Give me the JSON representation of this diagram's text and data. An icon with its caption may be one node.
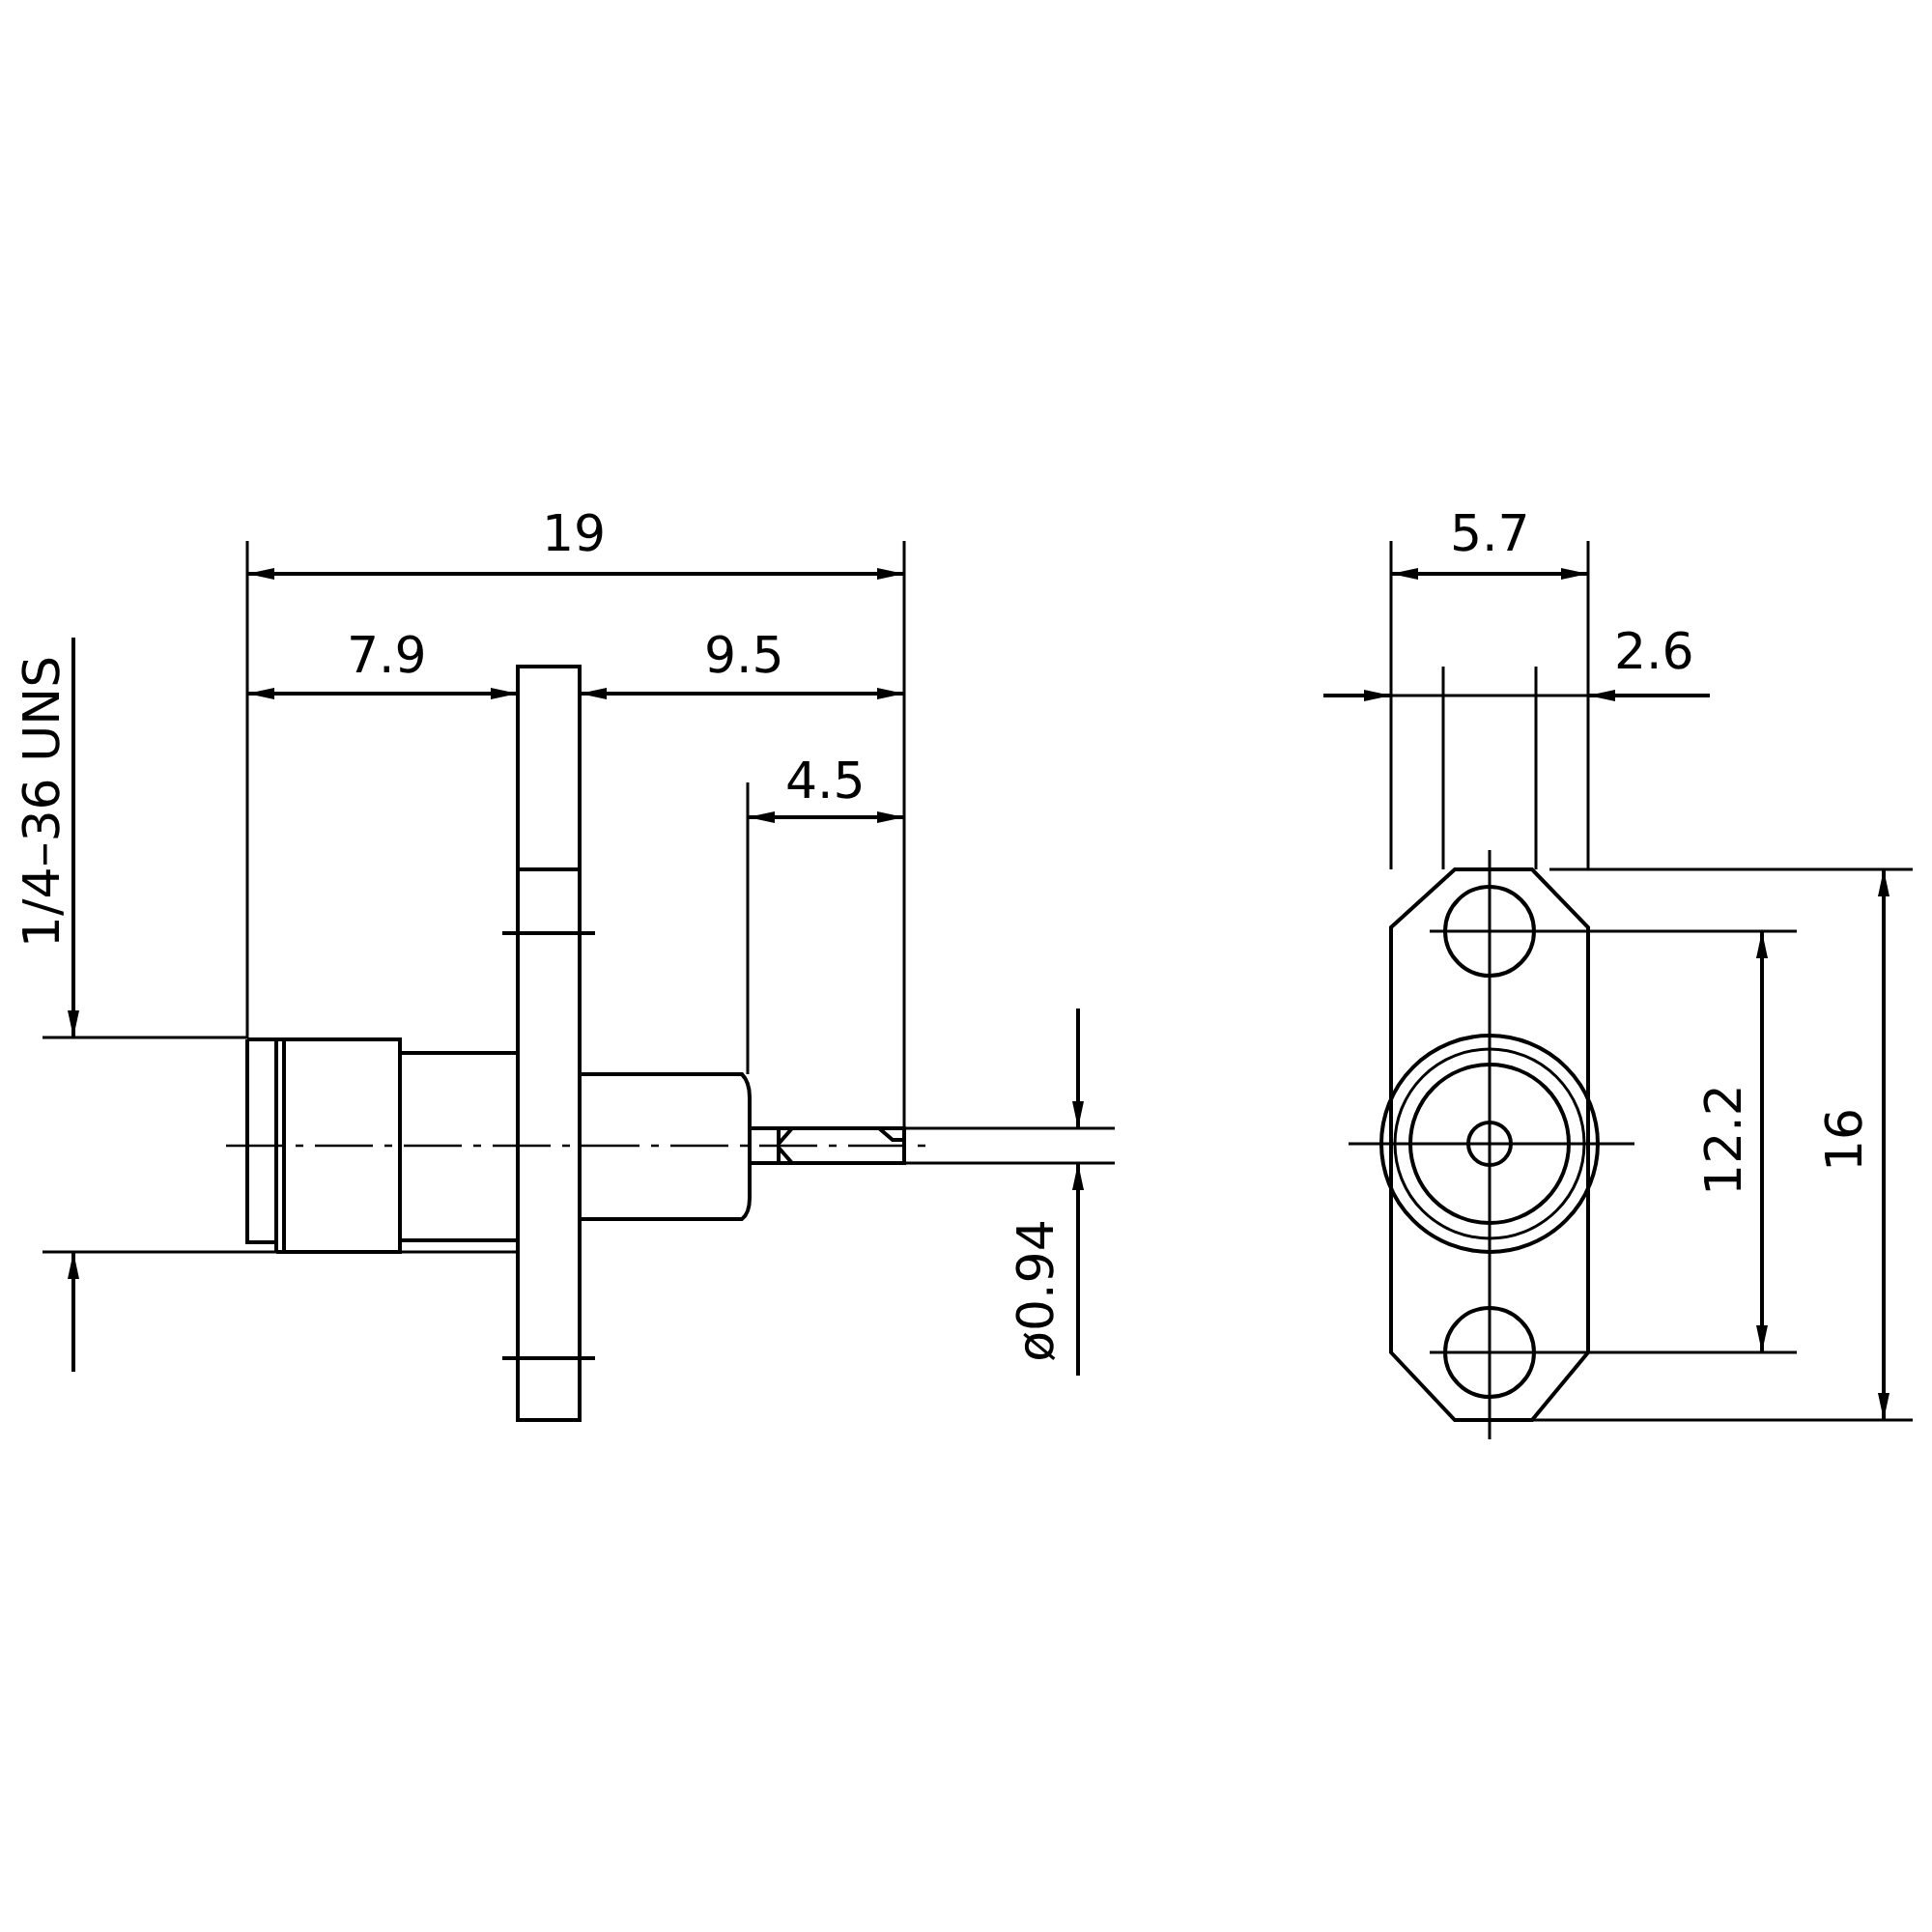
{
  "diagram": {
    "labels": [
      "19",
      "7.9",
      "9.5",
      "4.5",
      "1/4–36 UNS",
      "ø0.94",
      "5.7",
      "2.6",
      "12.2",
      "16"
    ]
  }
}
